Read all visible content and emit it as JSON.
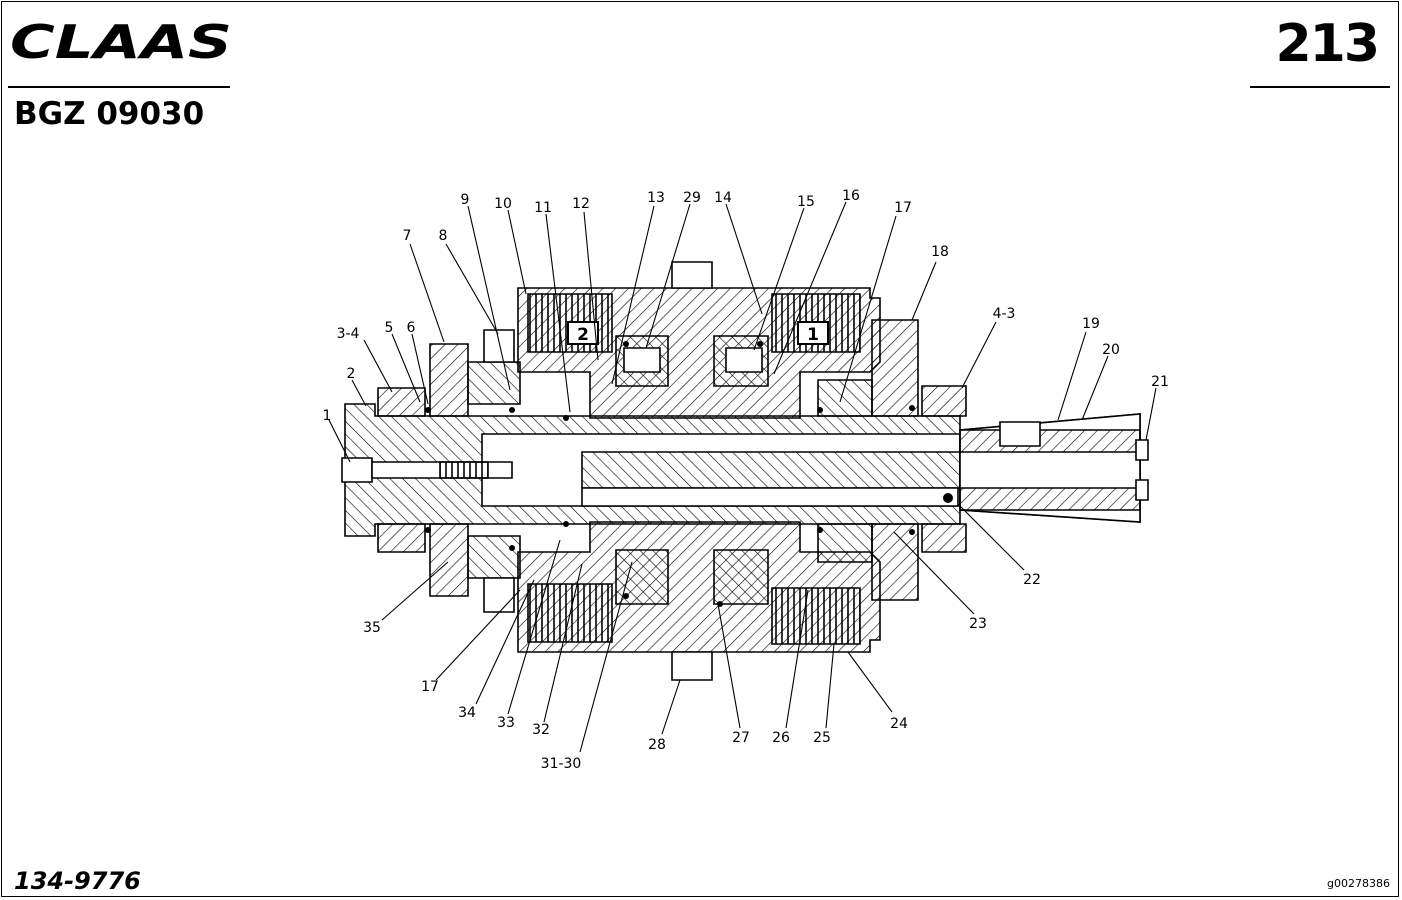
{
  "header": {
    "brand": "CLAAS",
    "page_number": "213",
    "assembly_code": "BGZ 09030"
  },
  "footer": {
    "document_number": "134-9776",
    "image_reference": "g00278386"
  },
  "drawing": {
    "clutch_markers": [
      "2",
      "1"
    ],
    "part_labels": [
      "1",
      "2",
      "3-4",
      "5",
      "6",
      "7",
      "8",
      "9",
      "10",
      "11",
      "12",
      "13",
      "29",
      "14",
      "15",
      "16",
      "17",
      "18",
      "4-3",
      "19",
      "20",
      "21",
      "22",
      "23",
      "24",
      "25",
      "26",
      "27",
      "28",
      "31-30",
      "32",
      "33",
      "34",
      "17",
      "35"
    ]
  }
}
